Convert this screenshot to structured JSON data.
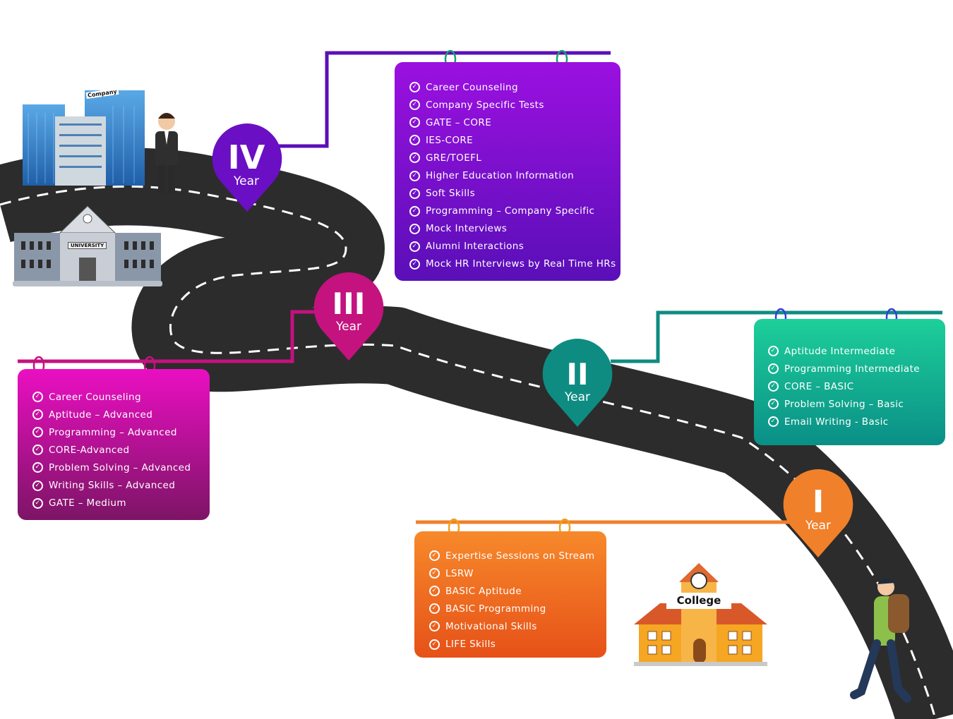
{
  "years": [
    {
      "id": "IV",
      "numeral": "IV",
      "label": "Year",
      "color": "#6a0fc4",
      "items": [
        "Career Counseling",
        "Company Specific Tests",
        "GATE – CORE",
        "IES-CORE",
        "GRE/TOEFL",
        "Higher Education Information",
        "Soft Skills",
        "Programming – Company Specific",
        "Mock Interviews",
        "Alumni Interactions",
        "Mock HR Interviews by Real Time HRs"
      ]
    },
    {
      "id": "III",
      "numeral": "III",
      "label": "Year",
      "color": "#c4127f",
      "items": [
        "Career Counseling",
        "Aptitude – Advanced",
        "Programming – Advanced",
        "CORE-Advanced",
        "Problem Solving – Advanced",
        "Writing Skills – Advanced",
        "GATE – Medium"
      ]
    },
    {
      "id": "II",
      "numeral": "II",
      "label": "Year",
      "color": "#0e8c82",
      "items": [
        "Aptitude Intermediate",
        "Programming Intermediate",
        "CORE – BASIC",
        "Problem Solving – Basic",
        "Email Writing - Basic"
      ]
    },
    {
      "id": "I",
      "numeral": "I",
      "label": "Year",
      "color": "#f0802a",
      "items": [
        "Expertise Sessions on Stream",
        "LSRW",
        "BASIC Aptitude",
        "BASIC Programming",
        "Motivational Skills",
        "LIFE Skills"
      ]
    }
  ],
  "scene": {
    "college_label": "College",
    "company_label": "Company",
    "university_label": "UNIVERSITY"
  },
  "check_glyph": "✓",
  "colors": {
    "road": "#2c2c2c",
    "road_dash": "#ffffff"
  }
}
